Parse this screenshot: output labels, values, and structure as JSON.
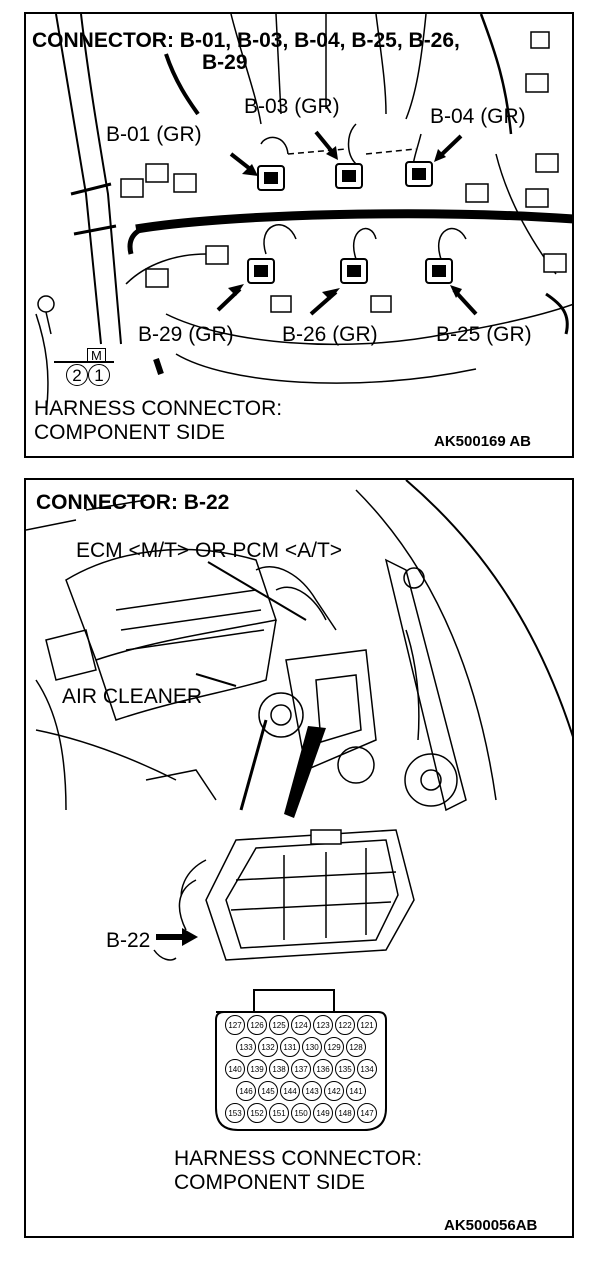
{
  "panel1": {
    "title_line1": "CONNECTOR: B-01, B-03, B-04, B-25, B-26,",
    "title_line2": "B-29",
    "labels": {
      "b01": "B-01 (GR)",
      "b03": "B-03 (GR)",
      "b04": "B-04 (GR)",
      "b29": "B-29 (GR)",
      "b26": "B-26 (GR)",
      "b25": "B-25 (GR)"
    },
    "mini_connector": {
      "tag": "M",
      "pins": [
        "2",
        "1"
      ]
    },
    "footer_line1": "HARNESS CONNECTOR:",
    "footer_line2": "COMPONENT SIDE",
    "code": "AK500169 AB"
  },
  "panel2": {
    "title": "CONNECTOR: B-22",
    "ecm_label": "ECM <M/T> OR PCM <A/T>",
    "air_cleaner": "AIR CLEANER",
    "b22": "B-22",
    "pin_rows": [
      [
        "127",
        "126",
        "125",
        "124",
        "123",
        "122",
        "121"
      ],
      [
        "133",
        "132",
        "131",
        "130",
        "129",
        "128"
      ],
      [
        "140",
        "139",
        "138",
        "137",
        "136",
        "135",
        "134"
      ],
      [
        "146",
        "145",
        "144",
        "143",
        "142",
        "141"
      ],
      [
        "153",
        "152",
        "151",
        "150",
        "149",
        "148",
        "147"
      ]
    ],
    "footer_line1": "HARNESS CONNECTOR:",
    "footer_line2": "COMPONENT SIDE",
    "code": "AK500056AB"
  }
}
